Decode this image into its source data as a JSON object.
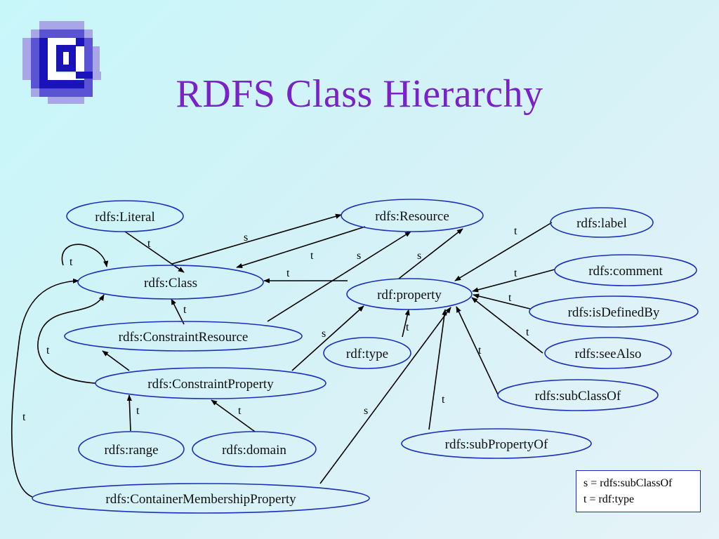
{
  "slide": {
    "title": "RDFS Class Hierarchy",
    "logo_icon": "at-sign-logo-icon",
    "colors": {
      "title": "#7a22c8",
      "node_outline": "#1b2fbf",
      "background": "#ccf5f9"
    }
  },
  "legend": {
    "line1": "s = rdfs:subClassOf",
    "line2": "t = rdf:type"
  },
  "diagram": {
    "nodes": [
      {
        "id": "literal",
        "label": "rdfs:Literal"
      },
      {
        "id": "resource",
        "label": "rdfs:Resource"
      },
      {
        "id": "label",
        "label": "rdfs:label"
      },
      {
        "id": "comment",
        "label": "rdfs:comment"
      },
      {
        "id": "class",
        "label": "rdfs:Class"
      },
      {
        "id": "property",
        "label": "rdf:property"
      },
      {
        "id": "isdefinedby",
        "label": "rdfs:isDefinedBy"
      },
      {
        "id": "constraintresource",
        "label": "rdfs:ConstraintResource"
      },
      {
        "id": "type",
        "label": "rdf:type"
      },
      {
        "id": "seealso",
        "label": "rdfs:seeAlso"
      },
      {
        "id": "constraintproperty",
        "label": "rdfs:ConstraintProperty"
      },
      {
        "id": "subclassof",
        "label": "rdfs:subClassOf"
      },
      {
        "id": "range",
        "label": "rdfs:range"
      },
      {
        "id": "domain",
        "label": "rdfs:domain"
      },
      {
        "id": "subpropertyof",
        "label": "rdfs:subPropertyOf"
      },
      {
        "id": "cmp",
        "label": "rdfs:ContainerMembershipProperty"
      }
    ],
    "edges": [
      {
        "from": "literal",
        "to": "class",
        "label": "t"
      },
      {
        "from": "class",
        "to": "resource",
        "label": "s"
      },
      {
        "from": "resource",
        "to": "class",
        "label": "t"
      },
      {
        "from": "constraintresource",
        "to": "resource",
        "label": "s"
      },
      {
        "from": "property",
        "to": "resource",
        "label": "s"
      },
      {
        "from": "property",
        "to": "class",
        "label": "t"
      },
      {
        "from": "class",
        "to": "class",
        "label": "t"
      },
      {
        "from": "constraintresource",
        "to": "class",
        "label": "t"
      },
      {
        "from": "constraintproperty",
        "to": "class",
        "label": "t"
      },
      {
        "from": "constraintproperty",
        "to": "constraintresource",
        "label": ""
      },
      {
        "from": "constraintproperty",
        "to": "property",
        "label": "s"
      },
      {
        "from": "cmp",
        "to": "class",
        "label": "t"
      },
      {
        "from": "cmp",
        "to": "property",
        "label": "s"
      },
      {
        "from": "range",
        "to": "constraintproperty",
        "label": "t"
      },
      {
        "from": "domain",
        "to": "constraintproperty",
        "label": "t"
      },
      {
        "from": "type",
        "to": "property",
        "label": "t"
      },
      {
        "from": "label",
        "to": "property",
        "label": "t"
      },
      {
        "from": "comment",
        "to": "property",
        "label": "t"
      },
      {
        "from": "isdefinedby",
        "to": "property",
        "label": "t"
      },
      {
        "from": "seealso",
        "to": "property",
        "label": "t"
      },
      {
        "from": "subclassof",
        "to": "property",
        "label": "t"
      },
      {
        "from": "subpropertyof",
        "to": "property",
        "label": "t"
      }
    ]
  }
}
